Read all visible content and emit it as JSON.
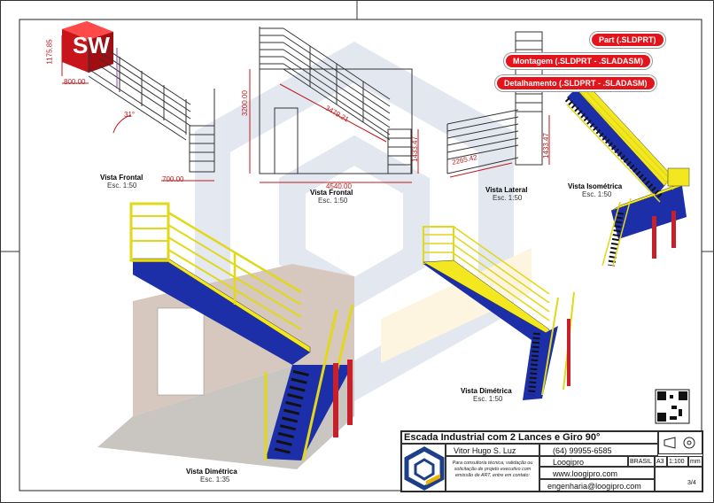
{
  "logo": {
    "letters": "SW"
  },
  "badges": {
    "part": "Part (.SLDPRT)",
    "assembly": "Montagem (.SLDPRT - .SLADASM)",
    "detail": "Detalhamento (.SLDPRT - .SLADASM)"
  },
  "views": {
    "front_left": {
      "title": "Vista Frontal",
      "scale": "Esc. 1:50"
    },
    "front_center": {
      "title": "Vista Frontal",
      "scale": "Esc. 1:50"
    },
    "side": {
      "title": "Vista Lateral",
      "scale": "Esc. 1:50"
    },
    "iso": {
      "title": "Vista Isométrica",
      "scale": "Esc. 1:50"
    },
    "dim_small": {
      "title": "Vista Dimétrica",
      "scale": "Esc. 1:50"
    },
    "dim_large": {
      "title": "Vista Dimétrica",
      "scale": "Esc. 1:35"
    }
  },
  "dimensions": {
    "d_1175": "1175.85",
    "d_800": "800.00",
    "d_31": "31°",
    "d_700": "700.00",
    "d_3200": "3200.00",
    "d_3479": "3479.21",
    "d_1433_front": "1433.47",
    "d_4540": "4540.00",
    "d_2265": "2265.42",
    "d_1433_side": "1433.47"
  },
  "title_block": {
    "title": "Escada Industrial com 2 Lances e Giro 90°",
    "author": "Vitor Hugo S. Luz",
    "phone": "(64) 99955-6585",
    "company": "Loogipro",
    "website": "www.loogipro.com",
    "email": "engenharia@loogipro.com",
    "country": "BRASIL",
    "paper": "A3",
    "scale": "1:100",
    "unit": "mm",
    "sheet": "3/4",
    "notes": "Para consultoria técnica, validação ou solicitação de projeto executivo com emissão de ART, entre em contato:"
  },
  "colors": {
    "brand_red": "#e3141b",
    "dimension_red": "#c0181c",
    "stair_yellow": "#f3e820",
    "stair_blue": "#1d2fa8",
    "support_red": "#c8202a",
    "wall": "#d6c8bf",
    "floor": "#c9c6c2",
    "tread_green": "#1e7a2a"
  }
}
